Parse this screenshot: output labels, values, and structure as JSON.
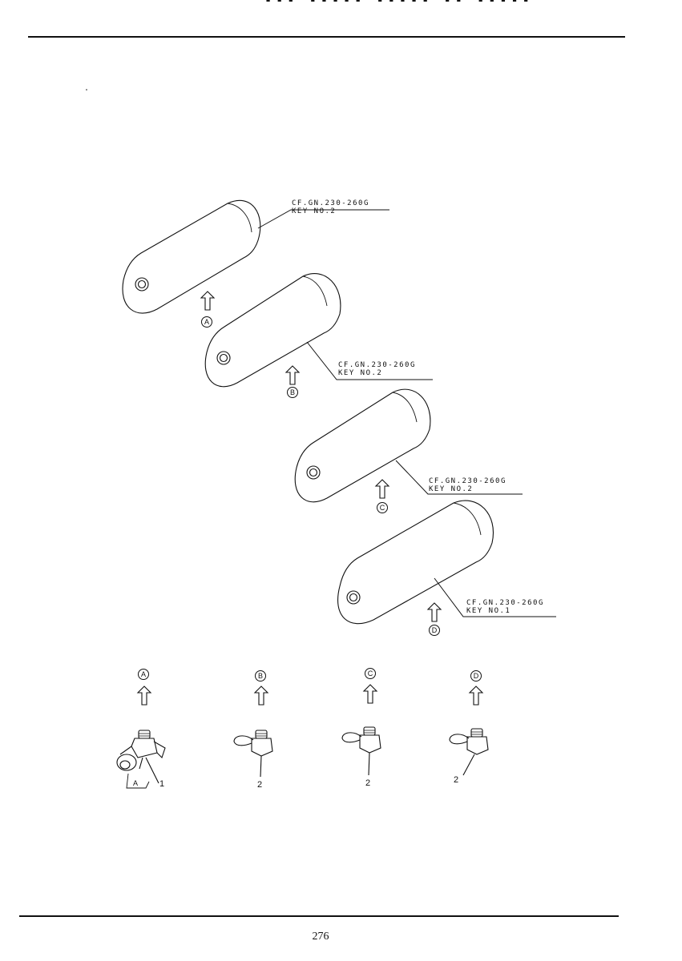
{
  "header": {
    "title_fragment": "... ..... ..... .. ....."
  },
  "tanks": [
    {
      "id": "A",
      "callout_line1": "CF.GN.230-260G",
      "callout_line2": "KEY NO.2"
    },
    {
      "id": "B",
      "callout_line1": "CF.GN.230-260G",
      "callout_line2": "KEY NO.2"
    },
    {
      "id": "C",
      "callout_line1": "CF.GN.230-260G",
      "callout_line2": "KEY NO.2"
    },
    {
      "id": "D",
      "callout_line1": "CF.GN.230-260G",
      "callout_line2": "KEY NO.1"
    }
  ],
  "details": [
    {
      "id": "A",
      "part_number": "1",
      "sub_label": "A"
    },
    {
      "id": "B",
      "part_number": "2"
    },
    {
      "id": "C",
      "part_number": "2"
    },
    {
      "id": "D",
      "part_number": "2"
    }
  ],
  "footer": {
    "page_number": "276"
  }
}
